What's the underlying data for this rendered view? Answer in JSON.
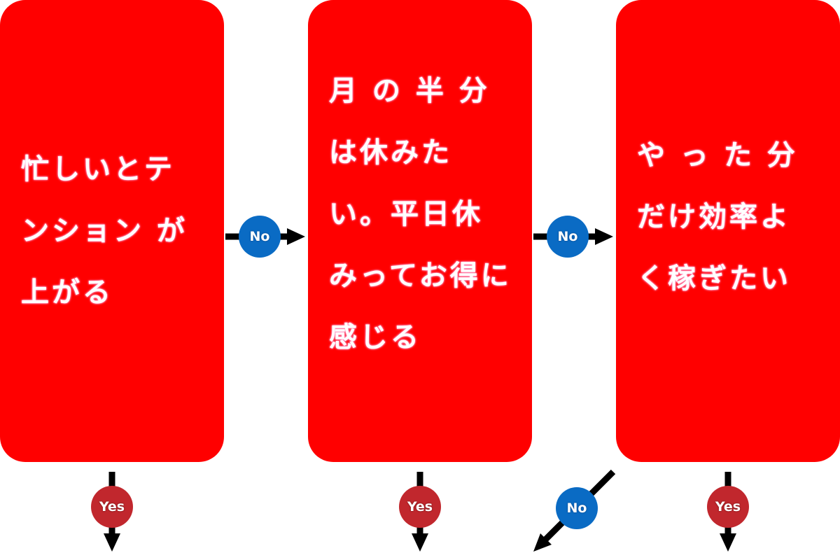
{
  "colors": {
    "box": "#ff0000",
    "no_badge": "#0a6bc4",
    "yes_badge": "#c1272d",
    "arrow": "#000000"
  },
  "boxes": [
    {
      "text": "忙しいとテンション が 上がる"
    },
    {
      "text": "月 の 半 分 は休みたい。平日休みってお得に感じる"
    },
    {
      "text": "や っ た 分 だけ効率よく稼ぎたい"
    }
  ],
  "badges": {
    "no": "No",
    "yes": "Yes"
  }
}
